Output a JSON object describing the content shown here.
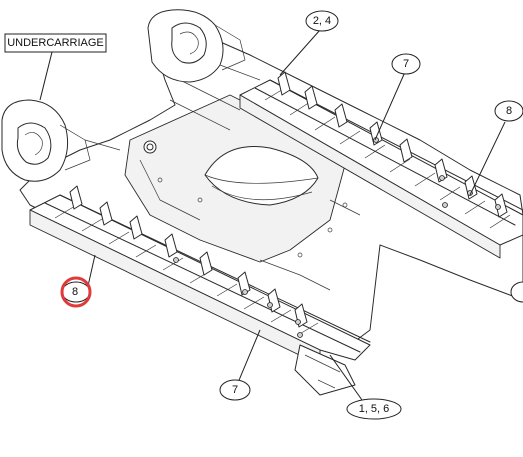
{
  "diagram": {
    "title_label": "UNDERCARRIAGE",
    "callouts": {
      "c24": "2, 4",
      "c7_top": "7",
      "c8_right": "8",
      "c8_left": "8",
      "c7_bottom": "7",
      "c156": "1, 5, 6"
    },
    "highlight_color": "#e03a3a"
  }
}
